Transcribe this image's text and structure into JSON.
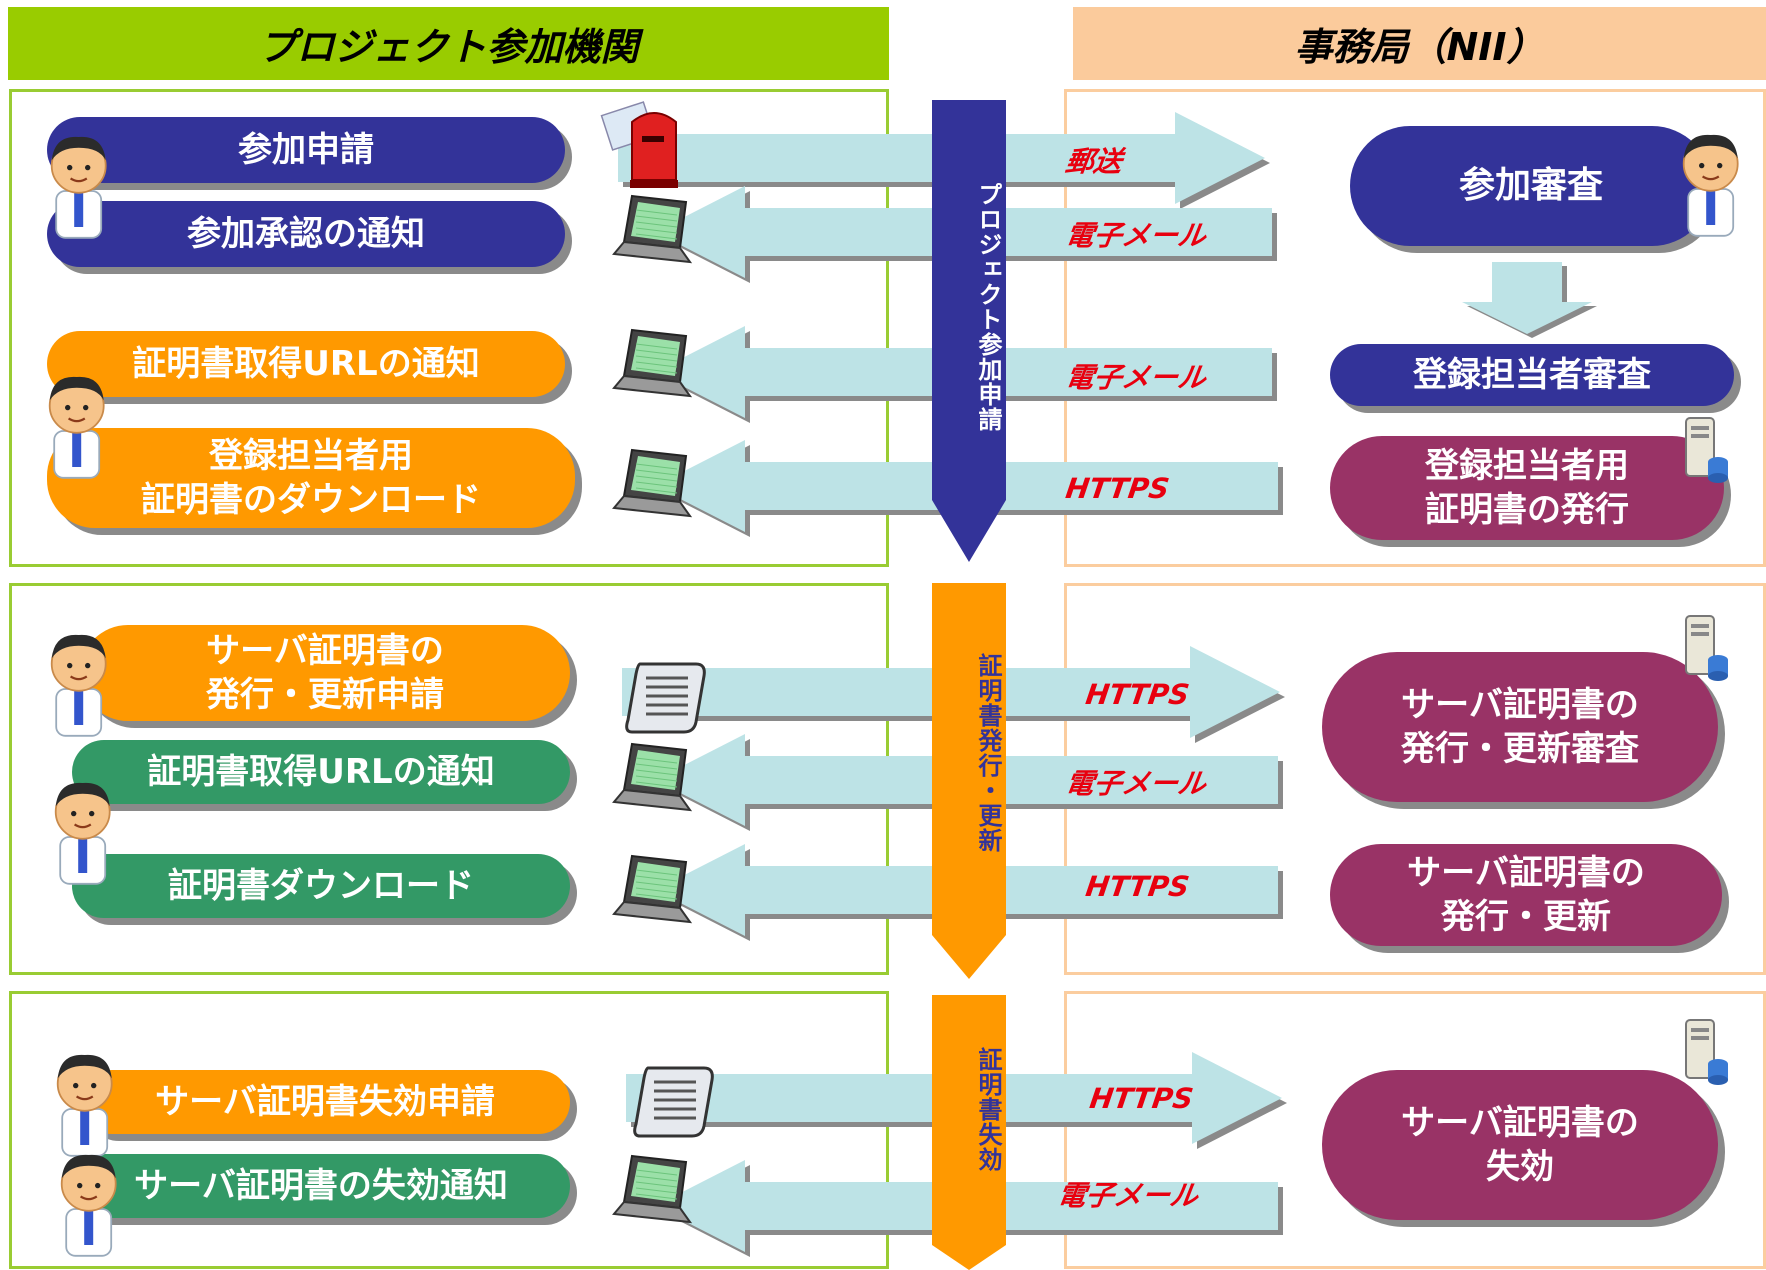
{
  "headers": {
    "left": "プロジェクト参加機関",
    "right": "事務局（NII）"
  },
  "colors": {
    "left_header_bg": "#99cc00",
    "left_panel_border": "#99cc33",
    "right_header_bg": "#fbcb9c",
    "right_panel_border": "#fbcd9f",
    "navy": "#333399",
    "orange": "#ff9900",
    "green": "#339966",
    "maroon": "#993366",
    "arrow_fill": "#bde3e6",
    "label_red": "#e8000f"
  },
  "phases": [
    {
      "title": "プロジェクト参加申請",
      "bar_color": "#333399",
      "text_color": "#ffffff",
      "left_steps": [
        {
          "label": "参加申請",
          "color": "#333399"
        },
        {
          "label": "参加承認の通知",
          "color": "#333399"
        },
        {
          "label": "証明書取得URLの通知",
          "color": "#ff9900"
        },
        {
          "label": "登録担当者用\n証明書のダウンロード",
          "color": "#ff9900"
        }
      ],
      "arrows": [
        {
          "direction": "right",
          "label": "郵送",
          "icon": "mailbox-icon"
        },
        {
          "direction": "left",
          "label": "電子メール",
          "icon": "laptop-icon"
        },
        {
          "direction": "left",
          "label": "電子メール",
          "icon": "laptop-icon"
        },
        {
          "direction": "left",
          "label": "HTTPS",
          "icon": "laptop-icon"
        }
      ],
      "right_steps": [
        {
          "label": "参加審査",
          "color": "#333399"
        },
        {
          "label": "登録担当者審査",
          "color": "#333399"
        },
        {
          "label": "登録担当者用\n証明書の発行",
          "color": "#993366"
        }
      ]
    },
    {
      "title": "証明書発行・更新",
      "bar_color": "#ff9900",
      "text_color": "#333399",
      "left_steps": [
        {
          "label": "サーバ証明書の\n発行・更新申請",
          "color": "#ff9900"
        },
        {
          "label": "証明書取得URLの通知",
          "color": "#339966"
        },
        {
          "label": "証明書ダウンロード",
          "color": "#339966"
        }
      ],
      "arrows": [
        {
          "direction": "right",
          "label": "HTTPS",
          "icon": "scroll-icon"
        },
        {
          "direction": "left",
          "label": "電子メール",
          "icon": "laptop-icon"
        },
        {
          "direction": "left",
          "label": "HTTPS",
          "icon": "laptop-icon"
        }
      ],
      "right_steps": [
        {
          "label": "サーバ証明書の\n発行・更新審査",
          "color": "#993366"
        },
        {
          "label": "サーバ証明書の\n発行・更新",
          "color": "#993366"
        }
      ]
    },
    {
      "title": "証明書失効",
      "bar_color": "#ff9900",
      "text_color": "#333399",
      "left_steps": [
        {
          "label": "サーバ証明書失効申請",
          "color": "#ff9900"
        },
        {
          "label": "サーバ証明書の失効通知",
          "color": "#339966"
        }
      ],
      "arrows": [
        {
          "direction": "right",
          "label": "HTTPS",
          "icon": "scroll-icon"
        },
        {
          "direction": "left",
          "label": "電子メール",
          "icon": "laptop-icon"
        }
      ],
      "right_steps": [
        {
          "label": "サーバ証明書の\n失効",
          "color": "#993366"
        }
      ]
    }
  ]
}
